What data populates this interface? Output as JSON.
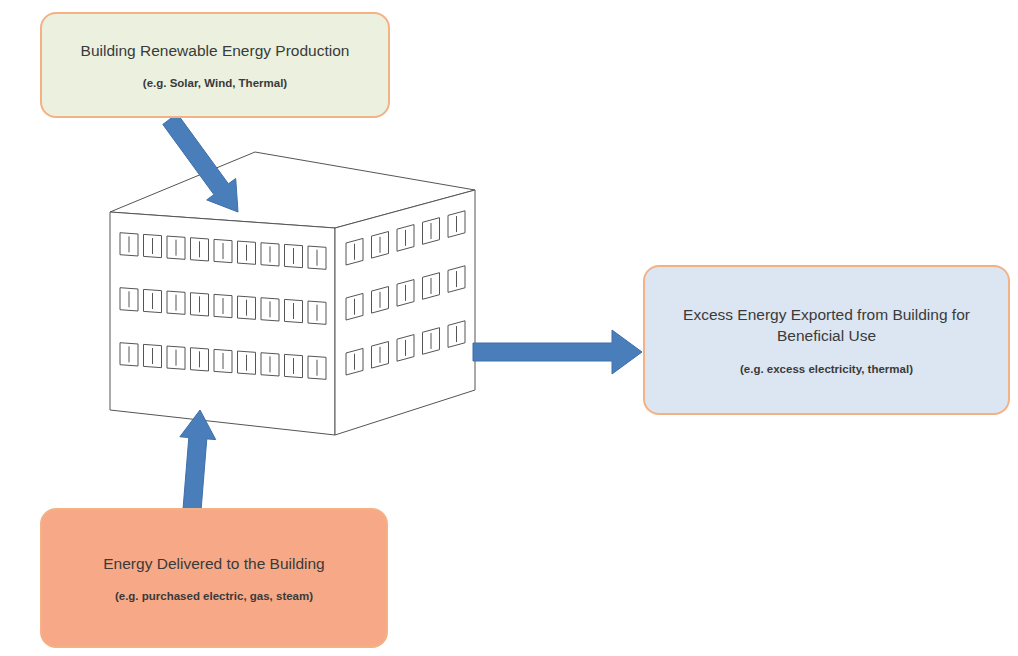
{
  "diagram": {
    "nodes": [
      {
        "text": [
          "Building Renewable Energy Production",
          "(e.g. Solar, Wind, Thermal)"
        ]
      },
      {
        "text": [
          "Excess Energy Exported from Building for Beneficial Use",
          "(e.g. excess electricity, thermal)"
        ]
      },
      {
        "text": [
          "Energy Delivered to the Building",
          "(e.g. purchased electric, gas, steam)"
        ]
      }
    ]
  }
}
